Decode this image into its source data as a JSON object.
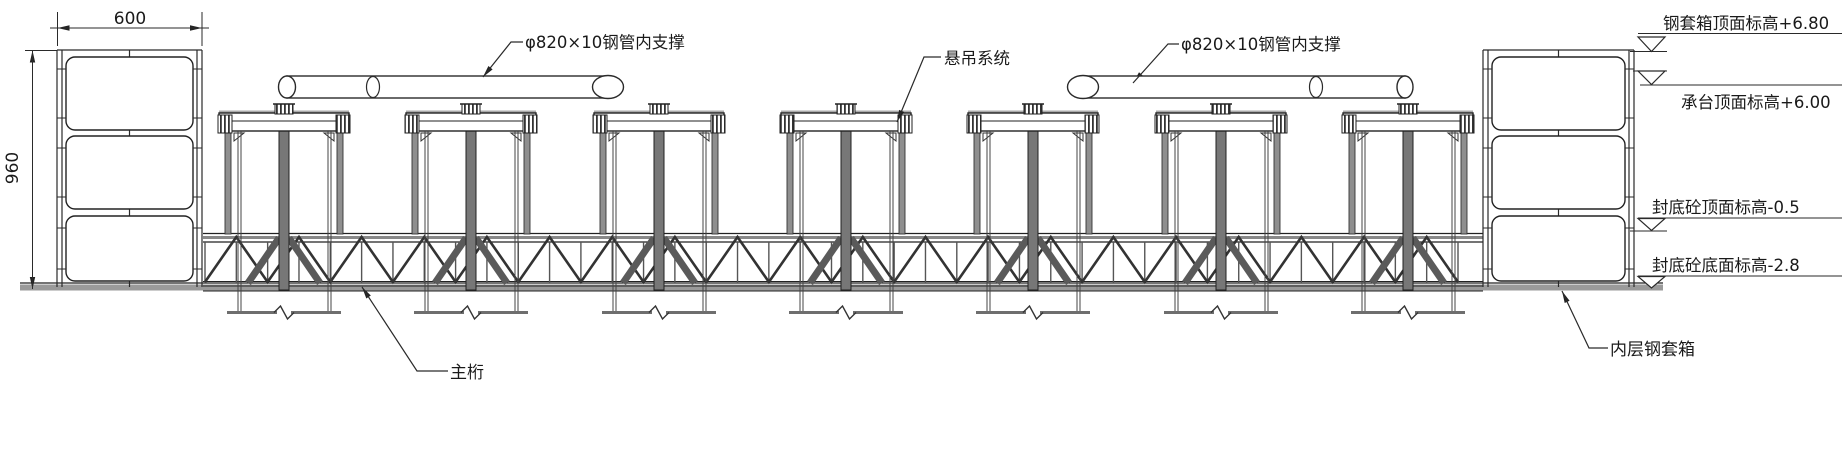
{
  "drawing": {
    "dim_width": "600",
    "dim_height": "960",
    "labels": {
      "pipe_left": "φ820×10钢管内支撑",
      "suspension": "悬吊系统",
      "pipe_right": "φ820×10钢管内支撑",
      "main_truss": "主桁",
      "inner_cofferdam": "内层钢套箱"
    },
    "elevations": [
      "钢套箱顶面标高+6.80",
      "承台顶面标高+6.00",
      "封底砼顶面标高-0.5",
      "封底砼底面标高-2.8"
    ],
    "colors": {
      "line": "#2a2a2a",
      "shade": "#9a9a9a"
    }
  }
}
